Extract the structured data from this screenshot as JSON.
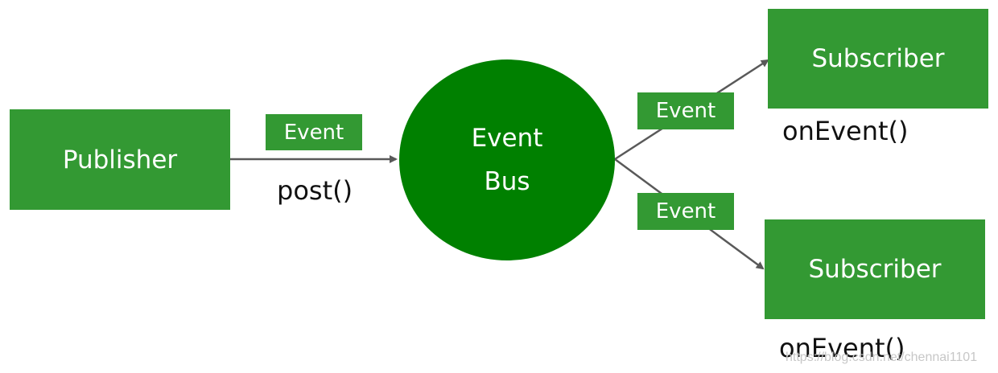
{
  "nodes": {
    "publisher": "Publisher",
    "event_bus_line1": "Event",
    "event_bus_line2": "Bus",
    "subscriber_top": "Subscriber",
    "subscriber_bottom": "Subscriber"
  },
  "edge_labels": {
    "publisher_event": "Event",
    "publisher_method": "post()",
    "top_event": "Event",
    "top_method": "onEvent()",
    "bottom_event": "Event",
    "bottom_method": "onEvent()"
  },
  "watermark": "https://blog.csdn.net/chennai1101",
  "colors": {
    "box": "#339933",
    "bus": "#008000",
    "arrow": "#595959",
    "text_on_green": "#ffffff",
    "text_dark": "#111111"
  }
}
